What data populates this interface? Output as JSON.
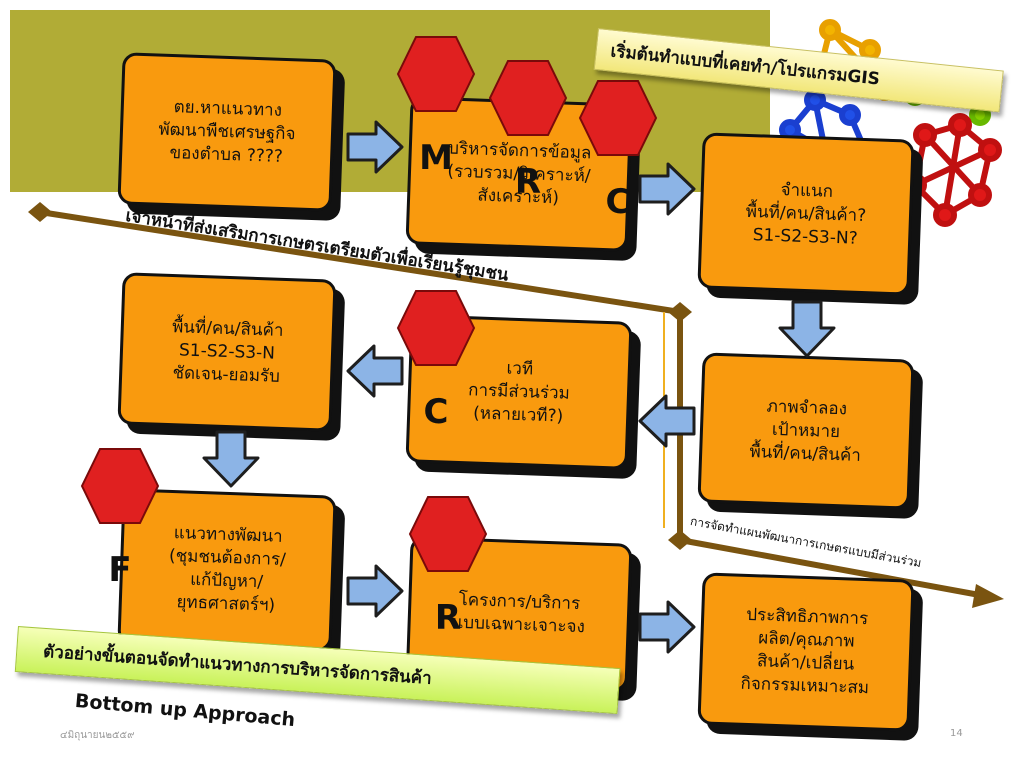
{
  "boxes": {
    "b1": [
      "ตย.หาแนวทาง",
      "พัฒนาพืชเศรษฐกิจ",
      "ของตำบล ????"
    ],
    "b2": [
      "บริหารจัดการข้อมูล",
      "(รวบรวม/วิเคราะห์/",
      "สังเคราะห์)"
    ],
    "b3": [
      "จำแนก",
      "พื้นที่/คน/สินค้า?",
      "S1-S2-S3-N?"
    ],
    "b4": [
      "พื้นที่/คน/สินค้า",
      "S1-S2-S3-N",
      "ชัดเจน-ยอมรับ"
    ],
    "b5": [
      "เวที",
      "การมีส่วนร่วม",
      "(หลายเวที?)"
    ],
    "b6": [
      "ภาพจำลอง",
      "เป้าหมาย",
      "พื้นที่/คน/สินค้า"
    ],
    "b7": [
      "แนวทางพัฒนา",
      "(ชุมชนต้องการ/",
      "แก้ปัญหา/",
      "ยุทธศาสตร์ฯ)"
    ],
    "b8": [
      "โครงการ/บริการ",
      "แบบเฉพาะเจาะจง"
    ],
    "b9": [
      "ประสิทธิภาพการ",
      "ผลิต/คุณภาพ",
      "สินค้า/เปลี่ยน",
      "กิจกรรมเหมาะสม"
    ]
  },
  "hexagons": {
    "m": "M",
    "r1": "R",
    "c1": "C",
    "c2": "C",
    "f": "F",
    "r2": "R"
  },
  "labels": {
    "top_banner": "เริ่มต้นทำแบบที่เคยทำ/โปรแกรมGIS",
    "officer_line": "เจ้าหน้าที่ส่งเสริมการเกษตรเตรียมตัวเพื่อเรียนรู้ชุมชน",
    "planning_line": "การจัดทำแผนพัฒนาการเกษตรแบบมีส่วนร่วม",
    "bottom_banner": "ตัวอย่างขั้นตอนจัดทำแนวทางการบริหารจัดการสินค้า",
    "approach": "Bottom up Approach"
  },
  "footer": {
    "date": "๔มิถุนายน๒๕๕๙",
    "page": "14"
  },
  "colors": {
    "box_fill": "#f99a0e",
    "olive_panel": "#b1ac36",
    "arrow_fill": "#8cb4e6",
    "hex_fill": "#e02020",
    "timeline": "#7a5410"
  }
}
